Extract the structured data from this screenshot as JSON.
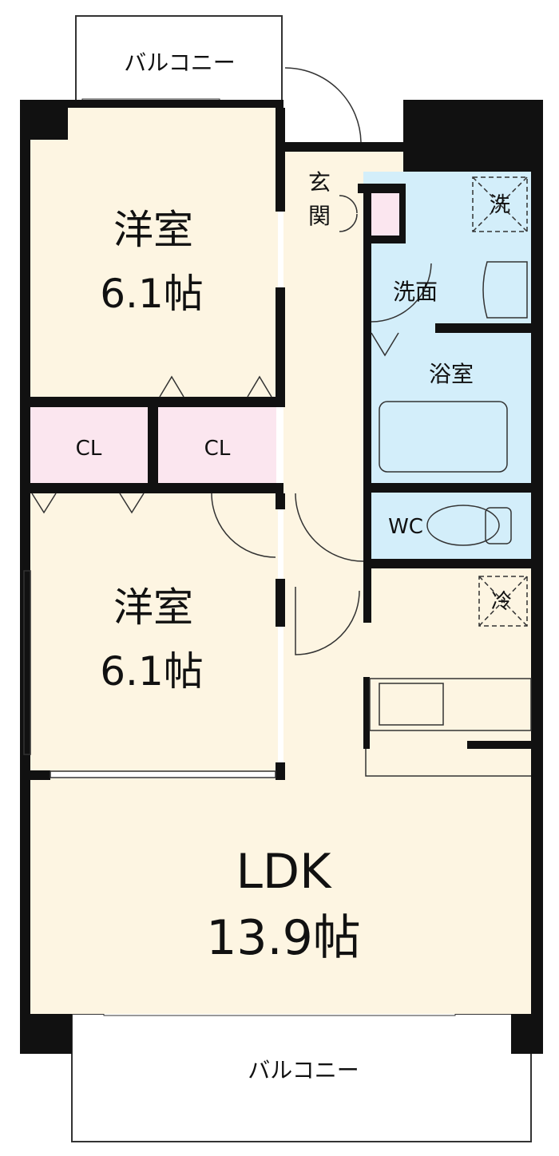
{
  "colors": {
    "living": "#fdf5e2",
    "wet_area": "#d3eefa",
    "closet": "#fbe6ef",
    "wall": "#111111"
  },
  "balcony_top": {
    "label": "バルコニー"
  },
  "balcony_bottom": {
    "label": "バルコニー"
  },
  "bedroom1": {
    "name": "洋室",
    "size": "6.1帖"
  },
  "bedroom2": {
    "name": "洋室",
    "size": "6.1帖"
  },
  "closet1": {
    "label": "CL"
  },
  "closet2": {
    "label": "CL"
  },
  "entrance": {
    "label_top": "玄",
    "label_bottom": "関"
  },
  "washer": {
    "label": "洗"
  },
  "washroom": {
    "label": "洗面"
  },
  "bathroom": {
    "label": "浴室"
  },
  "toilet": {
    "label": "WC"
  },
  "fridge": {
    "label": "冷"
  },
  "ldk": {
    "name": "LDK",
    "size": "13.9帖"
  }
}
